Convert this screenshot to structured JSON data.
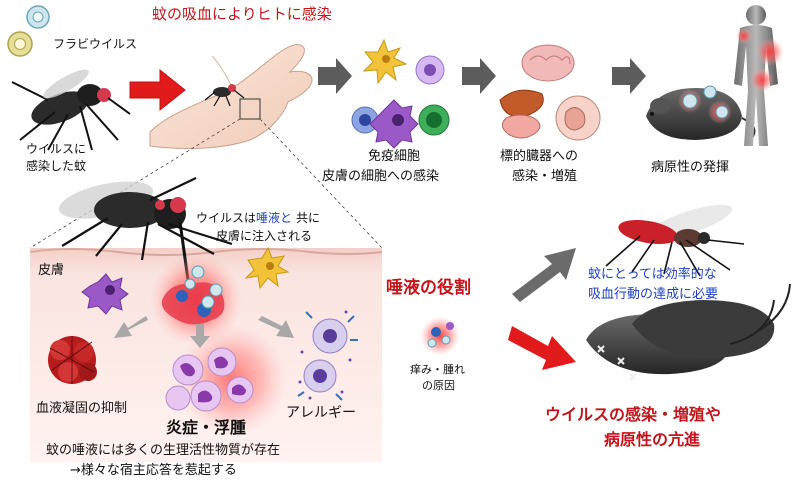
{
  "header": {
    "title": "蚊の吸血によりヒトに感染",
    "virus_label": "フラビウイルス"
  },
  "top_flow": {
    "mosquito_caption_line1": "ウイルスに",
    "mosquito_caption_line2": "感染した蚊",
    "immune_line1": "免疫細胞",
    "immune_line2": "皮膚の細胞への感染",
    "organ_line1": "標的臓器への",
    "organ_line2": "感染・増殖",
    "pathogenic": "病原性の発揮"
  },
  "injection_caption": {
    "part1": "ウイルスは",
    "part2": "唾液と",
    "part3": "共に",
    "line2": "皮膚に注入される"
  },
  "skin_panel": {
    "skin_label": "皮膚",
    "anticoag": "血液凝固の抑制",
    "inflammation": "炎症・浮腫",
    "allergy": "アレルギー",
    "footer_line1": "蚊の唾液には多くの生理活性物質が存在",
    "footer_line2": "→様々な宿主応答を惹起する"
  },
  "saliva_role": {
    "title": "唾液の役割",
    "itch_line1": "痒み・腫れ",
    "itch_line2": "の原因",
    "mosquito_benefit_line1": "蚊にとっては効率的な",
    "mosquito_benefit_line2": "吸血行動の達成に必要",
    "virus_effect_line1": "ウイルスの感染・増殖や",
    "virus_effect_line2": "病原性の亢進"
  },
  "colors": {
    "title_red": "#c0161b",
    "blue_accent": "#1f3fbf",
    "arrow_gray": "#5c5c5c",
    "skin_pink": "#fbe3e1"
  }
}
